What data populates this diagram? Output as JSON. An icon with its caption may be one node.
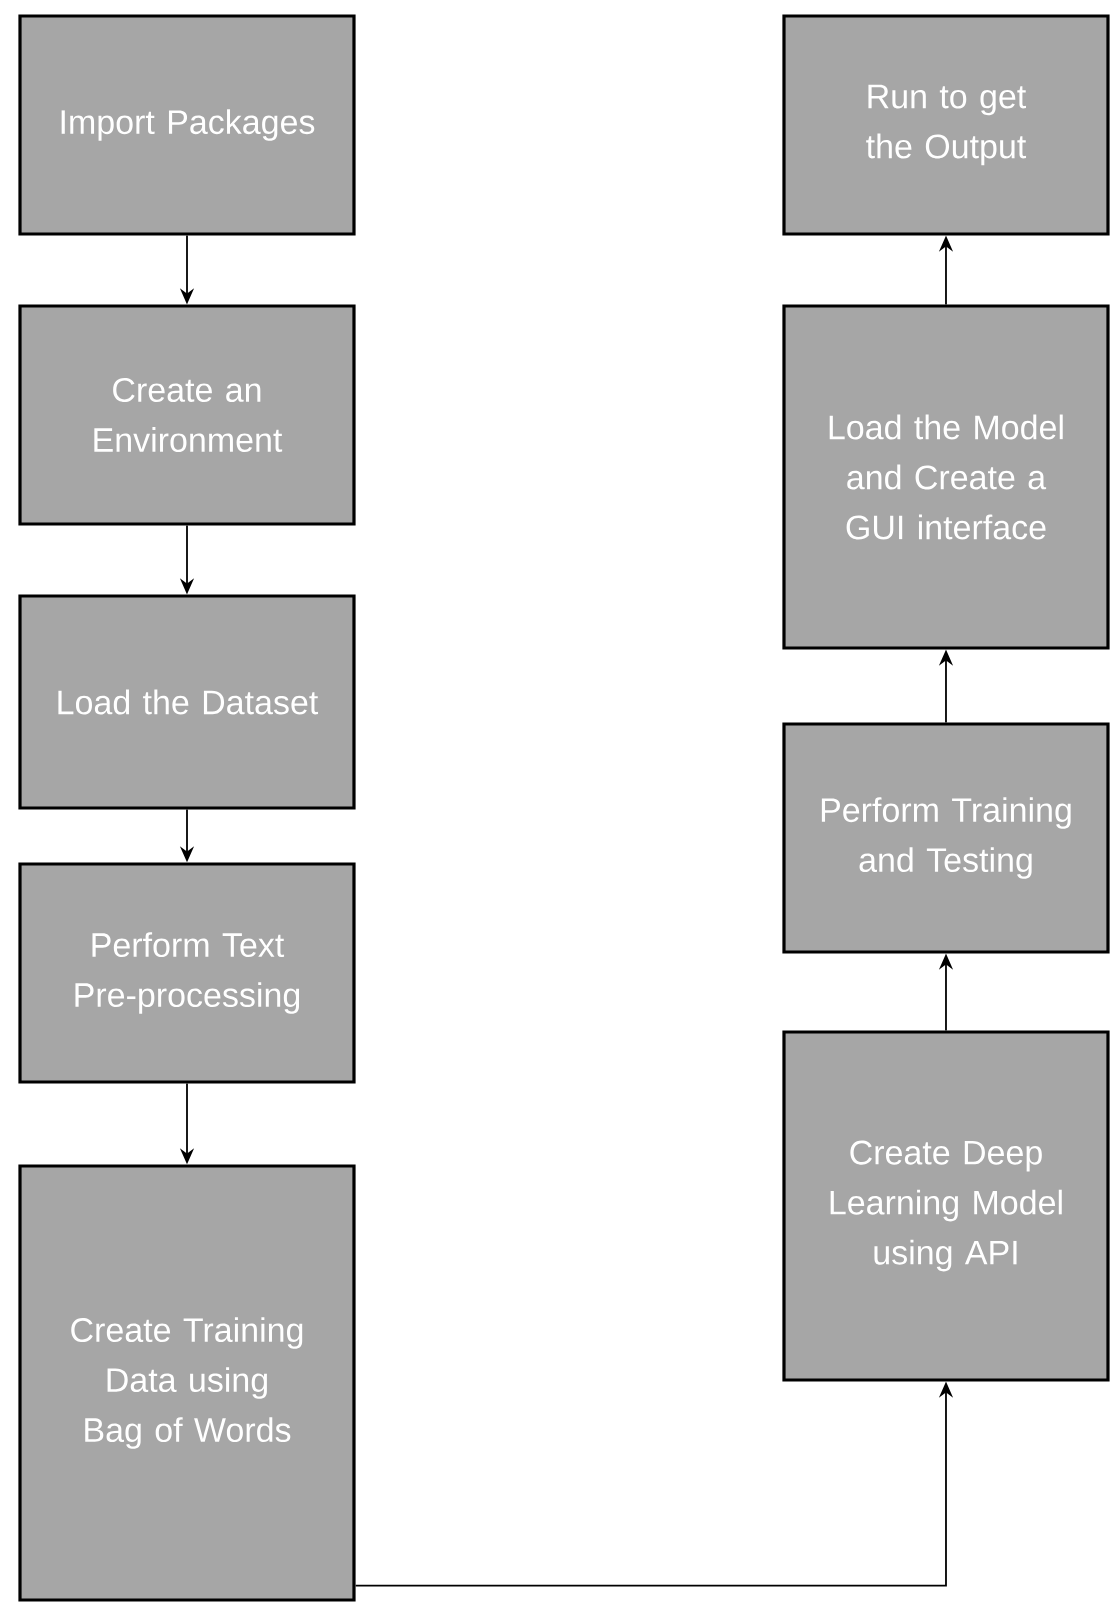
{
  "diagram": {
    "nodes": [
      {
        "text": [
          "Import Packages"
        ]
      },
      {
        "text": [
          "Create an Environment"
        ]
      },
      {
        "text": [
          "Load the Dataset"
        ]
      },
      {
        "text": [
          "Perform Text Pre-processing"
        ]
      },
      {
        "text": [
          "Create Training Data using Bag of Words"
        ]
      },
      {
        "text": [
          "Create Deep Learning Model using API"
        ]
      },
      {
        "text": [
          "Perform Training and Testing"
        ]
      },
      {
        "text": [
          "Load the Model and Create a GUI interface"
        ]
      },
      {
        "text": [
          "Run to get the Output"
        ]
      }
    ],
    "edges": [
      {
        "from": 0,
        "to": 1,
        "arrow": "to"
      },
      {
        "from": 1,
        "to": 2,
        "arrow": "to"
      },
      {
        "from": 2,
        "to": 3,
        "arrow": "to"
      },
      {
        "from": 3,
        "to": 4,
        "arrow": "to"
      },
      {
        "from": 4,
        "to": 5,
        "arrow": "to"
      },
      {
        "from": 5,
        "to": 6,
        "arrow": "to"
      },
      {
        "from": 6,
        "to": 7,
        "arrow": "to"
      },
      {
        "from": 7,
        "to": 8,
        "arrow": "to"
      }
    ]
  }
}
